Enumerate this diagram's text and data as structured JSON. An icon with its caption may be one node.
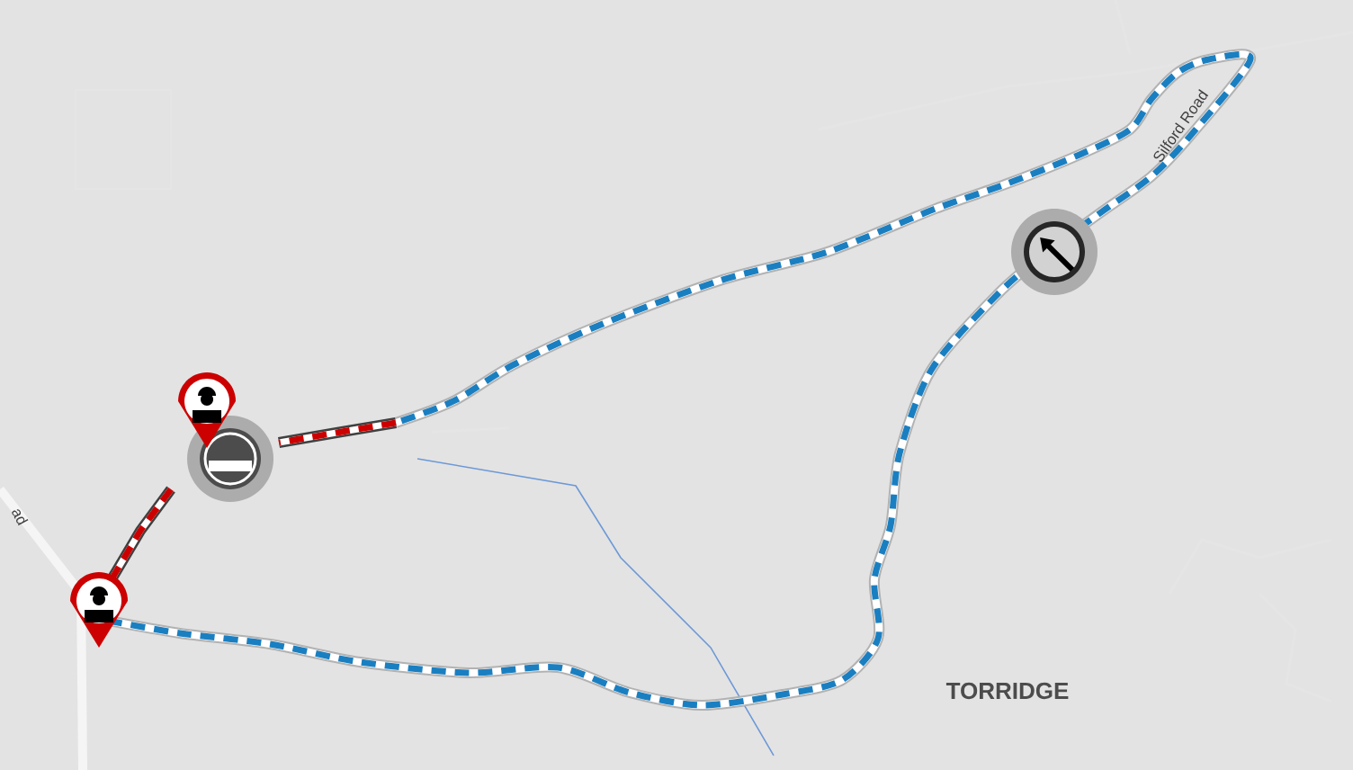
{
  "diagram": {
    "labels": [
      "Silford Road",
      "TORRIDGE",
      "ad"
    ]
  }
}
